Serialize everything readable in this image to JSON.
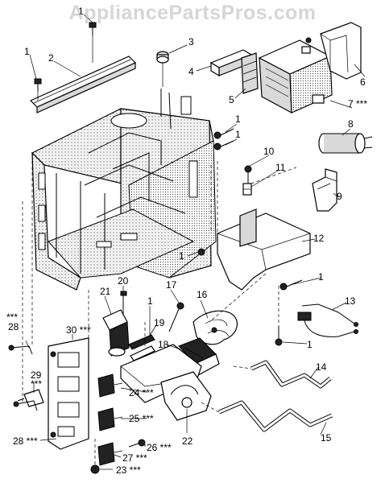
{
  "watermark": "AppliancePartsPros.com",
  "callouts": [
    {
      "id": "c1a",
      "text": "1"
    },
    {
      "id": "c1b",
      "text": "1"
    },
    {
      "id": "c2",
      "text": "2"
    },
    {
      "id": "c3",
      "text": "3"
    },
    {
      "id": "c4",
      "text": "4"
    },
    {
      "id": "c5",
      "text": "5"
    },
    {
      "id": "c6",
      "text": "6"
    },
    {
      "id": "c7",
      "text": "7 ***"
    },
    {
      "id": "c1c",
      "text": "1"
    },
    {
      "id": "c1d",
      "text": "1"
    },
    {
      "id": "c8",
      "text": "8"
    },
    {
      "id": "c10",
      "text": "10"
    },
    {
      "id": "c11",
      "text": "11"
    },
    {
      "id": "c9",
      "text": "9"
    },
    {
      "id": "c12",
      "text": "12"
    },
    {
      "id": "c1e",
      "text": "1"
    },
    {
      "id": "c1f",
      "text": "1"
    },
    {
      "id": "c13",
      "text": "13"
    },
    {
      "id": "c1g",
      "text": "1"
    },
    {
      "id": "c21",
      "text": "21"
    },
    {
      "id": "c20",
      "text": "20"
    },
    {
      "id": "c17",
      "text": "17"
    },
    {
      "id": "c16",
      "text": "16"
    },
    {
      "id": "c1h",
      "text": "1"
    },
    {
      "id": "c19",
      "text": "19"
    },
    {
      "id": "c18",
      "text": "18"
    },
    {
      "id": "cstar",
      "text": "***"
    },
    {
      "id": "c28a",
      "text": "28"
    },
    {
      "id": "c30",
      "text": "30 ***"
    },
    {
      "id": "c29",
      "text": "29"
    },
    {
      "id": "c29s",
      "text": "***"
    },
    {
      "id": "c24",
      "text": "24 ***"
    },
    {
      "id": "c14",
      "text": "14"
    },
    {
      "id": "c25",
      "text": "25 ***"
    },
    {
      "id": "c22",
      "text": "22"
    },
    {
      "id": "c28b",
      "text": "28 ***"
    },
    {
      "id": "c26",
      "text": "26 ***"
    },
    {
      "id": "c27",
      "text": "27 ***"
    },
    {
      "id": "c23",
      "text": "23 ***"
    },
    {
      "id": "c15",
      "text": "15"
    }
  ]
}
